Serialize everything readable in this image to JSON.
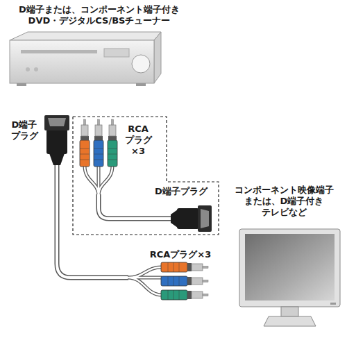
{
  "diagram": {
    "nodes": [
      {
        "text": [
          "RCA プラグ ×3",
          "D端子プラグ"
        ]
      }
    ],
    "labels": [
      "D端子または、コンポーネント端子付き DVD・デジタルCS/BSチューナー",
      "D端子 プラグ",
      "コンポーネント映像端子 または、D端子付き テレビなど",
      "RCAプラグ×3"
    ]
  }
}
